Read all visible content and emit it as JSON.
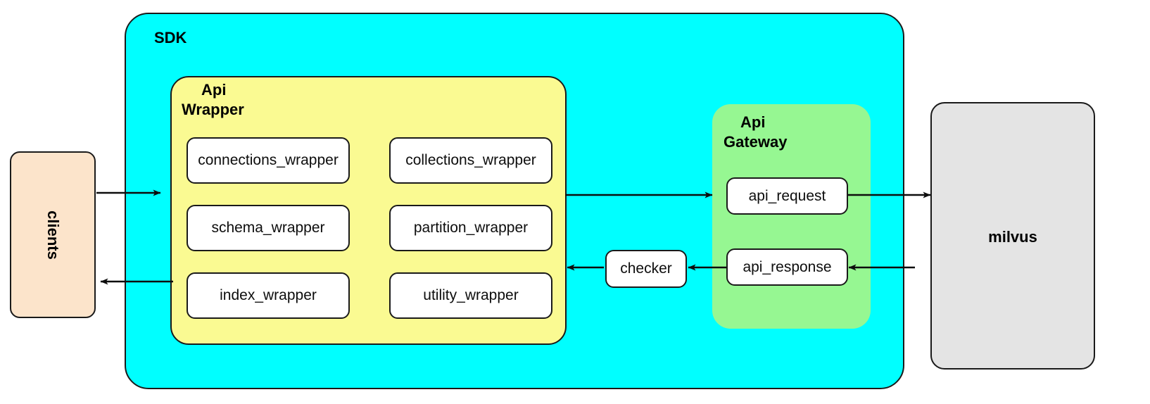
{
  "diagram": {
    "title_sdk": "SDK",
    "groups": {
      "sdk": {
        "label": "SDK",
        "color": "#00ffff"
      },
      "api_wrapper": {
        "label": "Api\nWrapper",
        "color": "#fafa92"
      },
      "api_gateway": {
        "label": "Api\nGateway",
        "color": "#96f792"
      }
    },
    "external": {
      "clients": {
        "label": "clients",
        "color": "#fce4cb"
      },
      "milvus": {
        "label": "milvus",
        "color": "#e4e4e4"
      }
    },
    "wrapper_nodes": [
      {
        "label": "connections_wrapper"
      },
      {
        "label": "collections_wrapper"
      },
      {
        "label": "schema_wrapper"
      },
      {
        "label": "partition_wrapper"
      },
      {
        "label": "index_wrapper"
      },
      {
        "label": "utility_wrapper"
      }
    ],
    "gateway_nodes": [
      {
        "label": "api_request"
      },
      {
        "label": "api_response"
      }
    ],
    "middle_nodes": [
      {
        "label": "checker"
      }
    ],
    "edges": [
      {
        "from": "clients",
        "to": "api_wrapper",
        "direction": "right"
      },
      {
        "from": "api_wrapper",
        "to": "api_request",
        "direction": "right"
      },
      {
        "from": "api_request",
        "to": "milvus",
        "direction": "right"
      },
      {
        "from": "milvus",
        "to": "api_response",
        "direction": "left"
      },
      {
        "from": "api_response",
        "to": "checker",
        "direction": "left"
      },
      {
        "from": "checker",
        "to": "api_wrapper",
        "direction": "left"
      },
      {
        "from": "api_wrapper",
        "to": "clients",
        "direction": "left"
      }
    ],
    "colors": {
      "stroke": "#1a1a1a",
      "node_fill": "#ffffff",
      "text": "#0d0d0d"
    }
  }
}
